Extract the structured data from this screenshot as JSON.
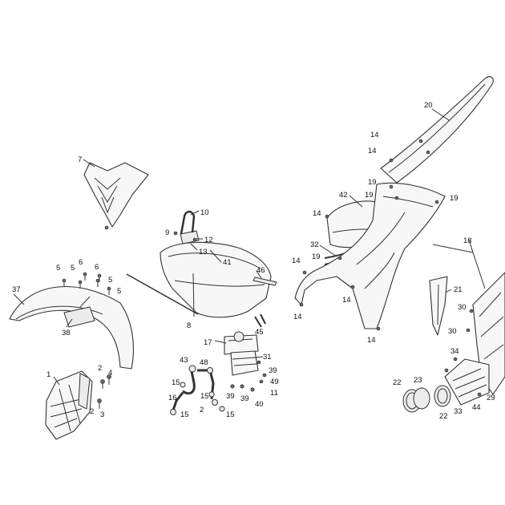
{
  "callouts": [
    {
      "id": "c1",
      "text": "1"
    },
    {
      "id": "c2a",
      "text": "2"
    },
    {
      "id": "c2b",
      "text": "2"
    },
    {
      "id": "c3",
      "text": "3"
    },
    {
      "id": "c4",
      "text": "4"
    },
    {
      "id": "c5a",
      "text": "5"
    },
    {
      "id": "c5b",
      "text": "5"
    },
    {
      "id": "c5c",
      "text": "5"
    },
    {
      "id": "c5d",
      "text": "5"
    },
    {
      "id": "c6a",
      "text": "6"
    },
    {
      "id": "c6b",
      "text": "6"
    },
    {
      "id": "c7",
      "text": "7"
    },
    {
      "id": "c8",
      "text": "8"
    },
    {
      "id": "c9",
      "text": "9"
    },
    {
      "id": "c10",
      "text": "10"
    },
    {
      "id": "c11",
      "text": "11"
    },
    {
      "id": "c12",
      "text": "12"
    },
    {
      "id": "c13",
      "text": "13"
    },
    {
      "id": "c14a",
      "text": "14"
    },
    {
      "id": "c14b",
      "text": "14"
    },
    {
      "id": "c14c",
      "text": "14"
    },
    {
      "id": "c14d",
      "text": "14"
    },
    {
      "id": "c14e",
      "text": "14"
    },
    {
      "id": "c14f",
      "text": "14"
    },
    {
      "id": "c14g",
      "text": "14"
    },
    {
      "id": "c15a",
      "text": "15"
    },
    {
      "id": "c15b",
      "text": "15"
    },
    {
      "id": "c15c",
      "text": "15"
    },
    {
      "id": "c15d",
      "text": "15"
    },
    {
      "id": "c16",
      "text": "16"
    },
    {
      "id": "c17",
      "text": "17"
    },
    {
      "id": "c18",
      "text": "18"
    },
    {
      "id": "c19a",
      "text": "19"
    },
    {
      "id": "c19b",
      "text": "19"
    },
    {
      "id": "c19c",
      "text": "19"
    },
    {
      "id": "c19d",
      "text": "19"
    },
    {
      "id": "c20",
      "text": "20"
    },
    {
      "id": "c21",
      "text": "21"
    },
    {
      "id": "c22a",
      "text": "22"
    },
    {
      "id": "c22b",
      "text": "22"
    },
    {
      "id": "c23",
      "text": "23"
    },
    {
      "id": "c29",
      "text": "29"
    },
    {
      "id": "c30a",
      "text": "30"
    },
    {
      "id": "c30b",
      "text": "30"
    },
    {
      "id": "c31",
      "text": "31"
    },
    {
      "id": "c32",
      "text": "32"
    },
    {
      "id": "c33",
      "text": "33"
    },
    {
      "id": "c34",
      "text": "34"
    },
    {
      "id": "c37",
      "text": "37"
    },
    {
      "id": "c38",
      "text": "38"
    },
    {
      "id": "c39a",
      "text": "39"
    },
    {
      "id": "c39b",
      "text": "39"
    },
    {
      "id": "c39c",
      "text": "39"
    },
    {
      "id": "c40",
      "text": "40"
    },
    {
      "id": "c41",
      "text": "41"
    },
    {
      "id": "c42",
      "text": "42"
    },
    {
      "id": "c43",
      "text": "43"
    },
    {
      "id": "c44",
      "text": "44"
    },
    {
      "id": "c45",
      "text": "45"
    },
    {
      "id": "c46",
      "text": "46"
    },
    {
      "id": "c48",
      "text": "48"
    },
    {
      "id": "c49",
      "text": "49"
    },
    {
      "id": "c2edge",
      "text": "2"
    }
  ]
}
